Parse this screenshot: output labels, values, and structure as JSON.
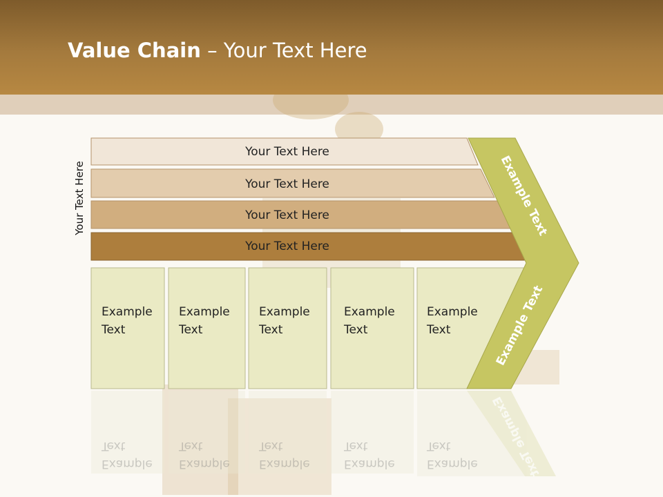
{
  "title": {
    "bold": "Value Chain",
    "rest": " – Your Text Here"
  },
  "side_label": "Your Text Here",
  "rows": [
    {
      "label": "Your Text Here",
      "color": "#f1e6d8"
    },
    {
      "label": "Your Text Here",
      "color": "#e3ccad"
    },
    {
      "label": "Your Text Here",
      "color": "#d1ae7f"
    },
    {
      "label": "Your Text Here",
      "color": "#ad7e3d"
    }
  ],
  "boxes": [
    {
      "line1": "Example",
      "line2": "Text"
    },
    {
      "line1": "Example",
      "line2": "Text"
    },
    {
      "line1": "Example",
      "line2": "Text"
    },
    {
      "line1": "Example",
      "line2": "Text"
    },
    {
      "line1": "Example",
      "line2": "Text"
    }
  ],
  "arrow": {
    "upper": "Example Text",
    "lower": "Example Text",
    "color": "#c6c662"
  },
  "colors": {
    "header": "#a47a3d",
    "box_fill": "#eaeac4",
    "box_border": "#b9b98e"
  }
}
